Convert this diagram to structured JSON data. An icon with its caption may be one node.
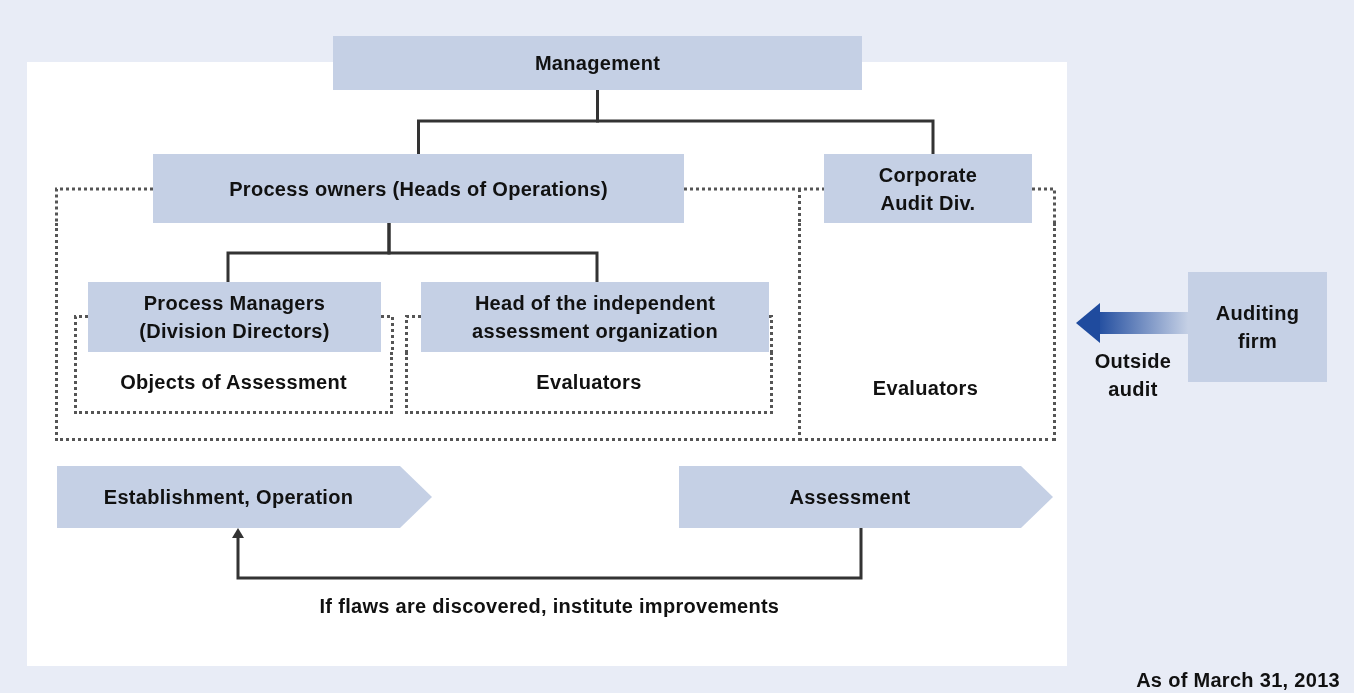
{
  "diagram": {
    "nodes": [
      {
        "text": [
          "Management"
        ]
      },
      {
        "text": [
          "Process owners (Heads of Operations)"
        ]
      },
      {
        "text": [
          "Corporate Audit Div."
        ]
      },
      {
        "text": [],
        "shape": "box"
      },
      {
        "text": [
          "Process Managers (Division Directors)"
        ],
        "in": 3
      },
      {
        "text": [
          "Objects of Assessment"
        ],
        "in": 3
      },
      {
        "text": [
          "Head of the independent assessment organization"
        ],
        "in": 3
      },
      {
        "text": [
          "Evaluators"
        ],
        "in": 3
      },
      {
        "text": [
          "Evaluators"
        ]
      },
      {
        "text": [
          "Auditing firm"
        ]
      },
      {
        "text": [
          "Establishment, Operation"
        ]
      },
      {
        "text": [
          "Assessment"
        ]
      }
    ],
    "edges": [
      {
        "from": 0,
        "to": 1,
        "arrow": "none"
      },
      {
        "from": 0,
        "to": 2,
        "arrow": "none"
      },
      {
        "from": 1,
        "to": 4,
        "arrow": "none"
      },
      {
        "from": 1,
        "to": 6,
        "arrow": "none"
      },
      {
        "from": 11,
        "to": 10,
        "arrow": "to",
        "label": "If flaws are discovered, institute improvements"
      },
      {
        "from": 9,
        "to": 8,
        "arrow": "to",
        "label": "Outside audit",
        "style": "thick",
        "color": "#1f4b9e"
      }
    ],
    "labels": [
      "As of March 31, 2013"
    ]
  }
}
